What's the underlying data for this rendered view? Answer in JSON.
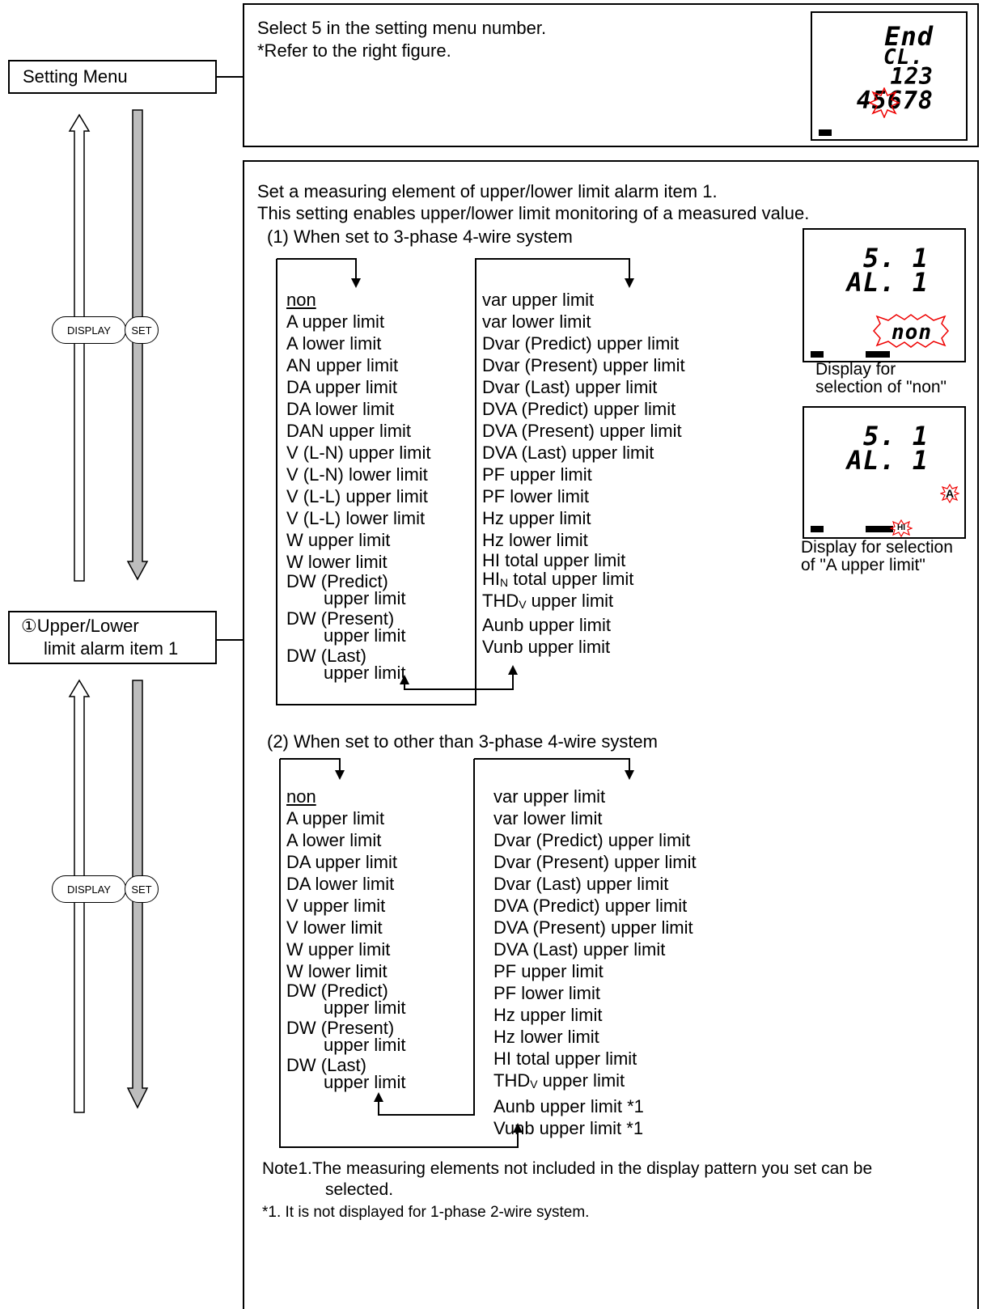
{
  "nodes": {
    "setting_menu": "Setting Menu",
    "alarm_item_1_line1": "①Upper/Lower",
    "alarm_item_1_line2": "limit alarm item 1"
  },
  "keys": {
    "display": "DISPLAY",
    "set": "SET"
  },
  "step1": {
    "line1": "Select 5 in the setting menu number.",
    "line2": "*Refer to the right figure.",
    "lcd_rows": [
      "End",
      "CL.",
      "123",
      "45678"
    ]
  },
  "step2": {
    "line1": "Set a measuring element of upper/lower limit alarm item 1.",
    "line2": "This setting enables upper/lower limit monitoring of a measured value.",
    "section1": {
      "heading": "(1) When set to 3-phase 4-wire system",
      "left": [
        "non",
        "A upper limit",
        "A lower limit",
        "AN upper limit",
        "DA upper limit",
        "DA lower limit",
        "DAN upper limit",
        "V (L-N) upper limit",
        "V (L-N) lower limit",
        "V (L-L) upper limit",
        "V (L-L) lower limit",
        "W upper limit",
        "W lower limit"
      ],
      "left_multi": [
        {
          "a": "DW (Predict)",
          "b": "upper limit"
        },
        {
          "a": "DW (Present)",
          "b": "upper limit"
        },
        {
          "a": "DW (Last)",
          "b": "upper limit"
        }
      ],
      "right": [
        "var upper limit",
        "var lower limit",
        "Dvar (Predict) upper limit",
        "Dvar (Present) upper limit",
        "Dvar (Last) upper limit",
        "DVA (Predict) upper limit",
        "DVA (Present) upper limit",
        "DVA (Last) upper limit",
        "PF upper limit",
        "PF lower limit",
        "Hz upper limit",
        "Hz lower limit",
        "HI total upper limit"
      ],
      "hin": {
        "pre": "HI",
        "sub": "N",
        "post": " total upper limit"
      },
      "thdv": {
        "pre": "THD",
        "sub": "V",
        "post": " upper limit"
      },
      "right_tail": [
        "Aunb upper limit",
        "Vunb upper limit"
      ]
    },
    "section2": {
      "heading": "(2) When set to other than 3-phase 4-wire system",
      "left": [
        "non",
        "A upper limit",
        "A lower limit",
        "DA upper limit",
        "DA lower limit",
        "V upper limit",
        "V lower limit",
        "W upper limit",
        "W lower limit"
      ],
      "left_multi": [
        {
          "a": "DW (Predict)",
          "b": "upper limit"
        },
        {
          "a": "DW (Present)",
          "b": "upper limit"
        },
        {
          "a": "DW (Last)",
          "b": "upper limit"
        }
      ],
      "right": [
        "var upper limit",
        "var lower limit",
        "Dvar (Predict) upper limit",
        "Dvar (Present) upper limit",
        "Dvar (Last) upper limit",
        "DVA (Predict) upper limit",
        "DVA (Present) upper limit",
        "DVA (Last) upper limit",
        "PF upper limit",
        "PF lower limit",
        "Hz upper limit",
        "Hz lower limit",
        "HI total upper limit"
      ],
      "thdv": {
        "pre": "THD",
        "sub": "V",
        "post": " upper limit"
      },
      "right_tail": [
        "Aunb upper limit *1",
        "Vunb upper limit *1"
      ]
    },
    "lcd_a": {
      "row1": "5. 1",
      "row2": "AL. 1",
      "value": "non"
    },
    "lcd_a_caption": {
      "line1": "Display for",
      "line2": "selection of \"non\""
    },
    "lcd_b": {
      "row1": "5. 1",
      "row2": "AL. 1",
      "unit": "A",
      "badge": "HI"
    },
    "lcd_b_caption": {
      "line1": "Display for selection",
      "line2": "of \"A upper limit\""
    },
    "note1_line1": "Note1.The measuring elements not included in the display pattern you set can be",
    "note1_line2": "selected.",
    "note2": "*1. It is not displayed for 1-phase 2-wire system."
  }
}
